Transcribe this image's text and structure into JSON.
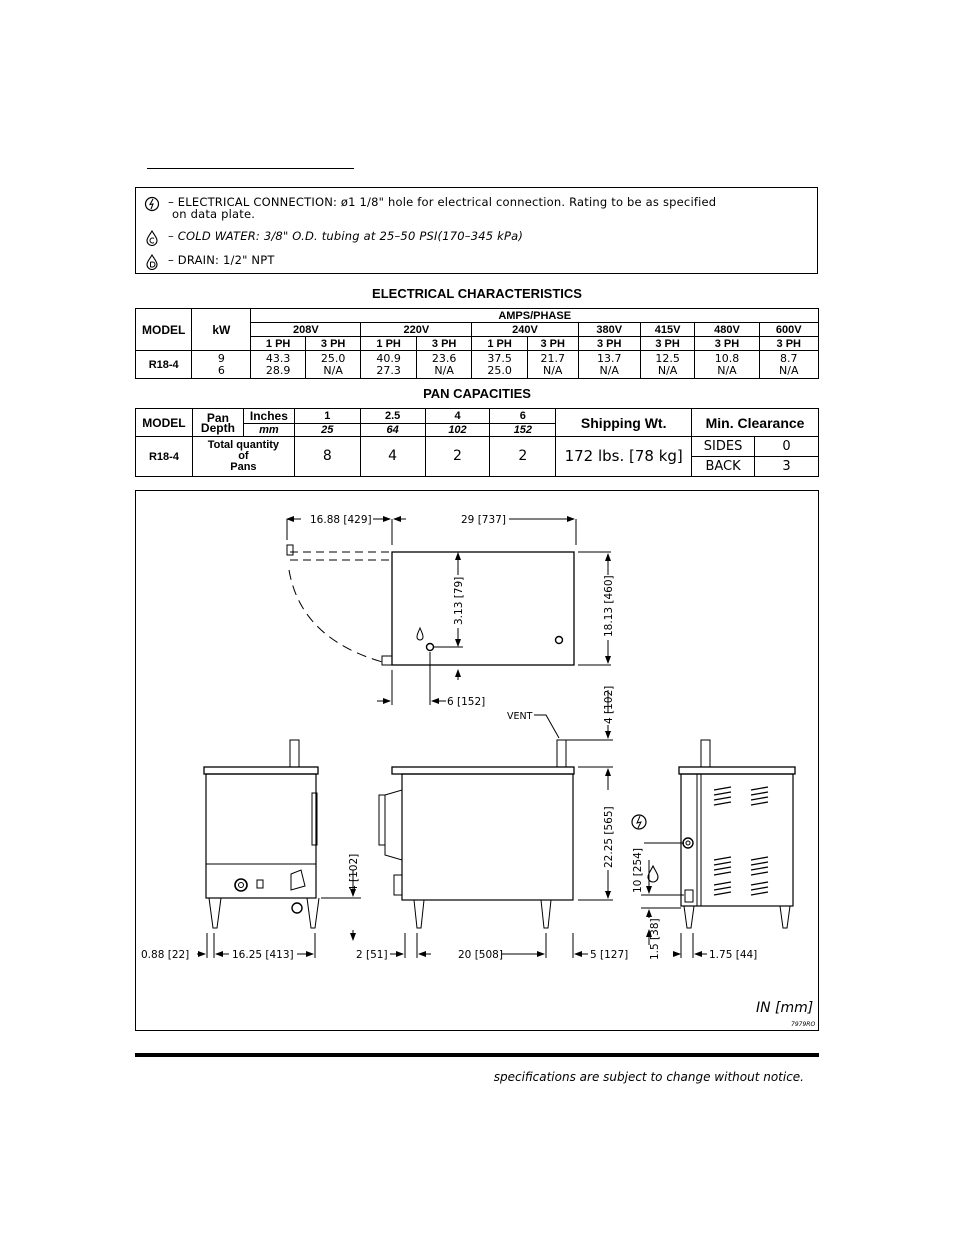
{
  "legend": {
    "electrical": "– ELECTRICAL CONNECTION: ø1 1/8\" hole for electrical connection. Rating to be as specified",
    "electrical_cont": "on data plate.",
    "cold_water": "– COLD WATER: 3/8\" O.D. tubing at 25–50 PSI(170–345 kPa)",
    "drain": "– DRAIN: 1/2\" NPT"
  },
  "electrical": {
    "title": "ELECTRICAL CHARACTERISTICS",
    "amps_phase": "AMPS/PHASE",
    "model_header": "MODEL",
    "kw_header": "kW",
    "voltages": [
      "208V",
      "220V",
      "240V",
      "380V",
      "415V",
      "480V",
      "600V"
    ],
    "phases": [
      "1 PH",
      "3 PH",
      "1 PH",
      "3 PH",
      "1 PH",
      "3 PH",
      "3 PH",
      "3 PH",
      "3 PH",
      "3 PH"
    ],
    "model": "R18-4",
    "kw": [
      "9",
      "6"
    ],
    "rows": [
      [
        "43.3",
        "25.0",
        "40.9",
        "23.6",
        "37.5",
        "21.7",
        "13.7",
        "12.5",
        "10.8",
        "8.7"
      ],
      [
        "28.9",
        "N/A",
        "27.3",
        "N/A",
        "25.0",
        "N/A",
        "N/A",
        "N/A",
        "N/A",
        "N/A"
      ]
    ]
  },
  "pan": {
    "title": "PAN CAPACITIES",
    "model_header": "MODEL",
    "pan_depth": "Pan Depth",
    "pan_depth_l1": "Pan",
    "pan_depth_l2": "Depth",
    "inches": "Inches",
    "mm": "mm",
    "inch_values": [
      "1",
      "2.5",
      "4",
      "6"
    ],
    "mm_values": [
      "25",
      "64",
      "102",
      "152"
    ],
    "shipping_header": "Shipping Wt.",
    "clearance_header": "Min. Clearance",
    "model": "R18-4",
    "total_l1": "Total quantity",
    "total_l2": "of",
    "total_l3": "Pans",
    "quantities": [
      "8",
      "4",
      "2",
      "2"
    ],
    "shipping": "172 lbs. [78 kg]",
    "sides_label": "SIDES",
    "sides_value": "0",
    "back_label": "BACK",
    "back_value": "3"
  },
  "drawing": {
    "dim_16_88": "16.88 [429]",
    "dim_29": "29 [737]",
    "dim_3_13": "3.13 [79]",
    "dim_18_13": "18.13 [460]",
    "dim_6": "6 [152]",
    "vent": "VENT",
    "dim_4_top": "4 [102]",
    "dim_22_25": "22.25 [565]",
    "dim_4_front": "4 [102]",
    "dim_10": "10 [254]",
    "dim_1_5": "1.5 [38]",
    "dim_0_88": "0.88 [22]",
    "dim_16_25": "16.25 [413]",
    "dim_2": "2 [51]",
    "dim_20": "20 [508]",
    "dim_5": "5 [127]",
    "dim_1_75": "1.75 [44]",
    "units": "IN [mm]",
    "drawing_no": "7979RO"
  },
  "footer": "specifications are subject to change without notice."
}
